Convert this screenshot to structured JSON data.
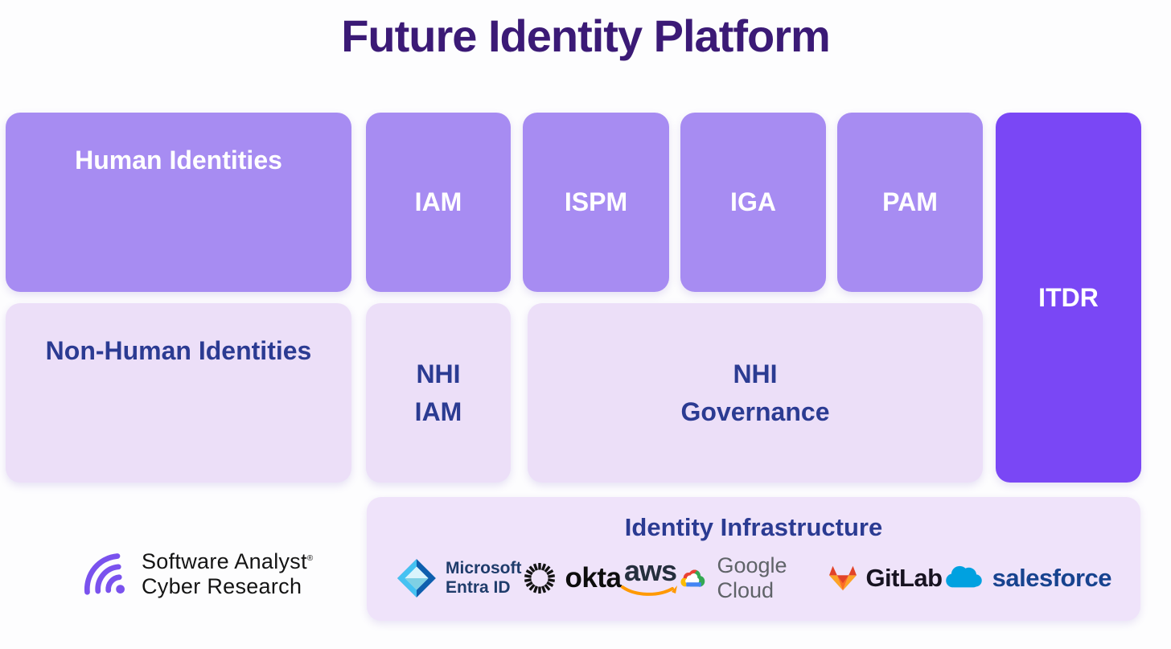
{
  "title": "Future Identity Platform",
  "boxes": {
    "human": {
      "label": "Human Identities"
    },
    "iam": {
      "label": "IAM"
    },
    "ispm": {
      "label": "ISPM"
    },
    "iga": {
      "label": "IGA"
    },
    "pam": {
      "label": "PAM"
    },
    "itdr": {
      "label": "ITDR"
    },
    "nonhuman": {
      "label": "Non-Human Identities"
    },
    "nhi_iam": {
      "line1": "NHI",
      "line2": "IAM"
    },
    "nhi_gov": {
      "line1": "NHI",
      "line2": "Governance"
    }
  },
  "infrastructure": {
    "title": "Identity Infrastructure",
    "vendors": [
      {
        "name": "Microsoft Entra ID",
        "icon": "microsoft-entra-icon",
        "line1": "Microsoft",
        "line2": "Entra ID"
      },
      {
        "name": "Okta",
        "icon": "okta-icon",
        "label": "okta"
      },
      {
        "name": "AWS",
        "icon": "aws-smile-icon",
        "label": "aws"
      },
      {
        "name": "Google Cloud",
        "icon": "google-cloud-icon",
        "label": "Google Cloud"
      },
      {
        "name": "GitLab",
        "icon": "gitlab-tanuki-icon",
        "label": "GitLab"
      },
      {
        "name": "Salesforce",
        "icon": "salesforce-cloud-icon",
        "label": "salesforce"
      }
    ]
  },
  "branding": {
    "line1": "Software Analyst",
    "registered": "®",
    "line2": "Cyber Research"
  },
  "colors": {
    "background": "#fdfdfe",
    "title_text": "#3b1a76",
    "box_medium_purple": "#a78cf2",
    "box_dark_purple": "#7a47f5",
    "box_light_lavender": "#ecdff8",
    "infra_lavender": "#efe3fa",
    "navy_text": "#2b3b92",
    "entra_text": "#1f3c6b",
    "aws_orange": "#ff9900",
    "salesforce_blue": "#00a1e0",
    "gitlab_orange": "#fc6d26",
    "google_gray": "#5f6368",
    "branding_purple": "#7a52ee"
  }
}
